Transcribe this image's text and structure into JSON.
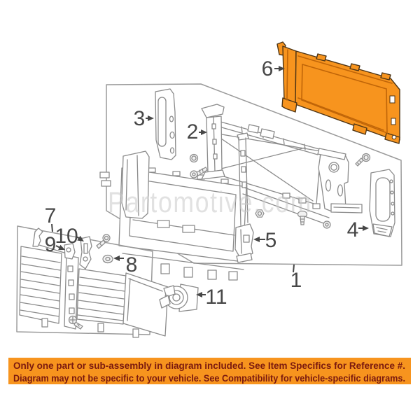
{
  "watermark": "Partomotive.com",
  "callouts": {
    "c1": "1",
    "c2": "2",
    "c3": "3",
    "c4": "4",
    "c5": "5",
    "c6": "6",
    "c7": "7",
    "c8": "8",
    "c9": "9",
    "c10": "10",
    "c11": "11"
  },
  "highlighted_part": "6",
  "banner": {
    "line1": "Only one part or sub-assembly in diagram included. See Item Specifics for Reference #.",
    "line2": "Diagram may not be specific to your vehicle. See Compatibility for vehicle-specific diagrams."
  },
  "colors": {
    "highlight_fill": "#F7941E",
    "highlight_outline": "#4D3415",
    "banner_background": "#F7941E",
    "banner_text": "#7A190F",
    "line_art": "#8B8B8B",
    "box_outline": "#9A9A9A",
    "callout_text": "#474747",
    "watermark_text": "#C9C9C9",
    "background": "#FFFFFF"
  }
}
